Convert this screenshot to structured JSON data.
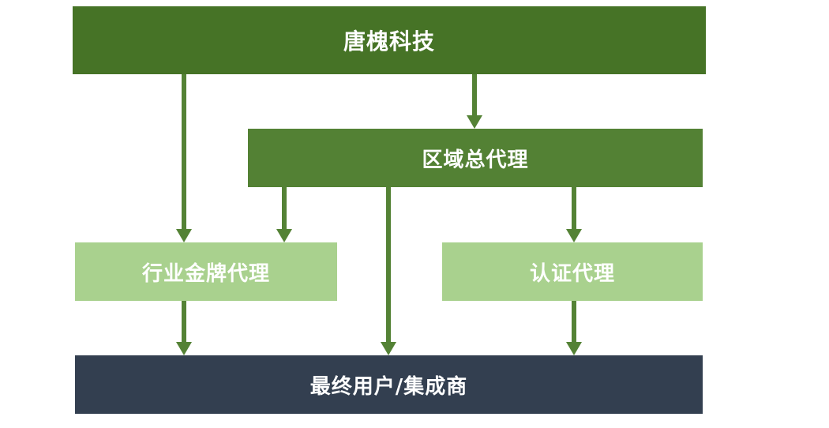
{
  "diagram": {
    "nodes": {
      "top": {
        "label": "唐槐科技",
        "color": "#467326"
      },
      "region": {
        "label": "区域总代理",
        "color": "#538134"
      },
      "gold": {
        "label": "行业金牌代理",
        "color": "#A9D18E"
      },
      "cert": {
        "label": "认证代理",
        "color": "#A9D18E"
      },
      "end": {
        "label": "最终用户/集成商",
        "color": "#333F50"
      }
    },
    "edges": [
      {
        "from": "top",
        "to": "gold"
      },
      {
        "from": "top",
        "to": "region"
      },
      {
        "from": "region",
        "to": "gold"
      },
      {
        "from": "region",
        "to": "end"
      },
      {
        "from": "region",
        "to": "cert"
      },
      {
        "from": "gold",
        "to": "end"
      },
      {
        "from": "cert",
        "to": "end"
      }
    ],
    "arrow_color": "#548235"
  }
}
